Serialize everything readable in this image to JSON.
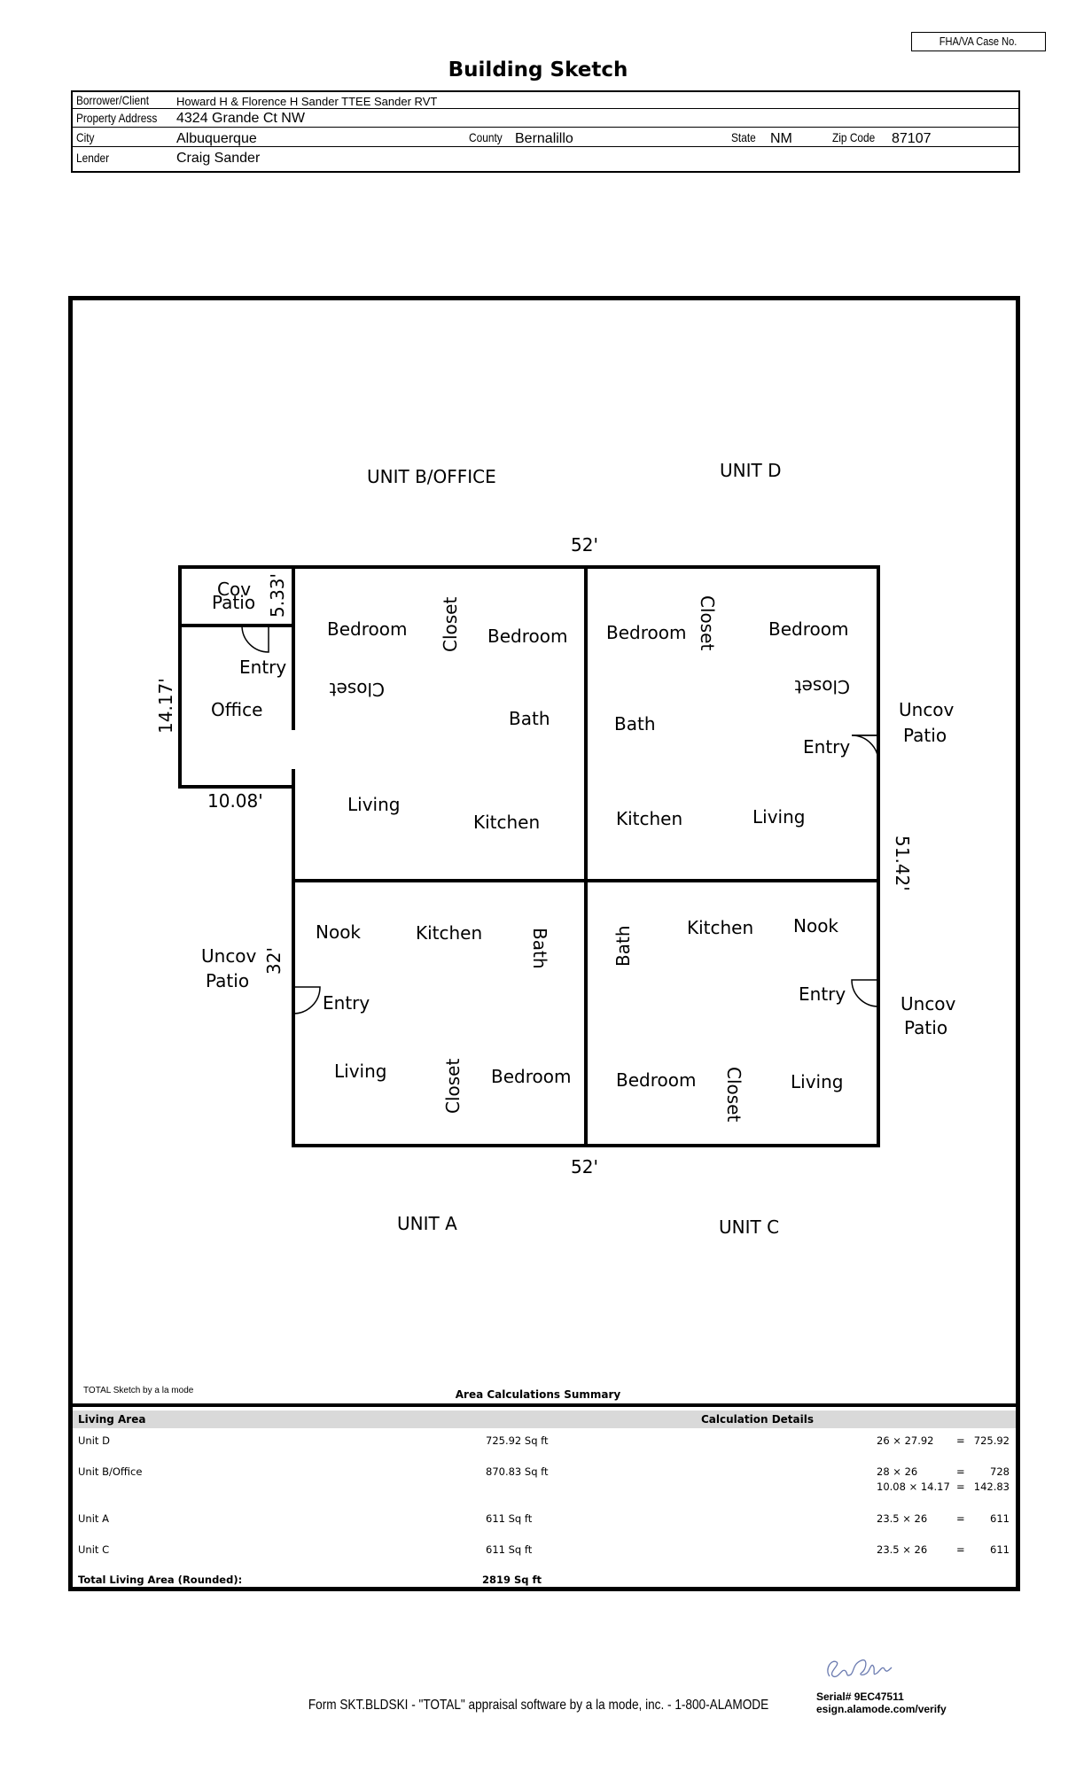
{
  "case_label": "FHA/VA Case No.",
  "title": "Building Sketch",
  "header": {
    "borrower_label": "Borrower/Client",
    "borrower_value": "Howard H & Florence H Sander TTEE Sander RVT",
    "address_label": "Property Address",
    "address_value": "4324 Grande Ct NW",
    "city_label": "City",
    "city_value": "Albuquerque",
    "county_label": "County",
    "county_value": "Bernalillo",
    "state_label": "State",
    "state_value": "NM",
    "zip_label": "Zip Code",
    "zip_value": "87107",
    "lender_label": "Lender",
    "lender_value": "Craig Sander"
  },
  "sketch": {
    "unit_b": "UNIT B/OFFICE",
    "unit_d": "UNIT D",
    "unit_a": "UNIT A",
    "unit_c": "UNIT C",
    "dim_top": "52'",
    "dim_bottom": "52'",
    "dim_left_office": "14.17'",
    "dim_patio": "5.33'",
    "dim_office_width": "10.08'",
    "dim_right": "51.42'",
    "dim_left_a": "32'",
    "rooms_b": {
      "cov": "Cov",
      "patio": "Patio",
      "entry": "Entry",
      "office": "Office",
      "bedroom1": "Bedroom",
      "closet_v": "Closet",
      "bedroom2": "Bedroom",
      "closet_flip": "Closet",
      "bath": "Bath",
      "living": "Living",
      "kitchen": "Kitchen"
    },
    "rooms_d": {
      "bedroom1": "Bedroom",
      "closet_v": "Closet",
      "bedroom2": "Bedroom",
      "closet_flip": "Closet",
      "bath": "Bath",
      "entry": "Entry",
      "uncov": "Uncov",
      "patio": "Patio",
      "kitchen": "Kitchen",
      "living": "Living"
    },
    "rooms_a": {
      "nook": "Nook",
      "kitchen": "Kitchen",
      "bath": "Bath",
      "uncov": "Uncov",
      "patio": "Patio",
      "entry": "Entry",
      "living": "Living",
      "closet": "Closet",
      "bedroom": "Bedroom"
    },
    "rooms_c": {
      "bath": "Bath",
      "kitchen": "Kitchen",
      "nook": "Nook",
      "entry": "Entry",
      "uncov": "Uncov",
      "patio": "Patio",
      "bedroom": "Bedroom",
      "closet": "Closet",
      "living": "Living"
    }
  },
  "sketch_credit": "TOTAL Sketch by a la mode",
  "area_summary": {
    "title": "Area Calculations Summary",
    "col_left": "Living Area",
    "col_right": "Calculation Details",
    "rows": [
      {
        "name": "Unit D",
        "area": "725.92 Sq ft",
        "calcs": [
          {
            "formula": "26 × 27.92",
            "eq": "=",
            "result": "725.92"
          }
        ]
      },
      {
        "name": "Unit B/Office",
        "area": "870.83 Sq ft",
        "calcs": [
          {
            "formula": "28 × 26",
            "eq": "=",
            "result": "728"
          },
          {
            "formula": "10.08 × 14.17",
            "eq": "=",
            "result": "142.83"
          }
        ]
      },
      {
        "name": "Unit A",
        "area": "611 Sq ft",
        "calcs": [
          {
            "formula": "23.5 × 26",
            "eq": "=",
            "result": "611"
          }
        ]
      },
      {
        "name": "Unit C",
        "area": "611 Sq ft",
        "calcs": [
          {
            "formula": "23.5 × 26",
            "eq": "=",
            "result": "611"
          }
        ]
      }
    ],
    "total_label": "Total Living Area (Rounded):",
    "total_value": "2819 Sq ft"
  },
  "serial_line1": "Serial# 9EC47511",
  "serial_line2": "esign.alamode.com/verify",
  "footer": "Form SKT.BLDSKI - \"TOTAL\" appraisal software by a la mode, inc. - 1-800-ALAMODE"
}
